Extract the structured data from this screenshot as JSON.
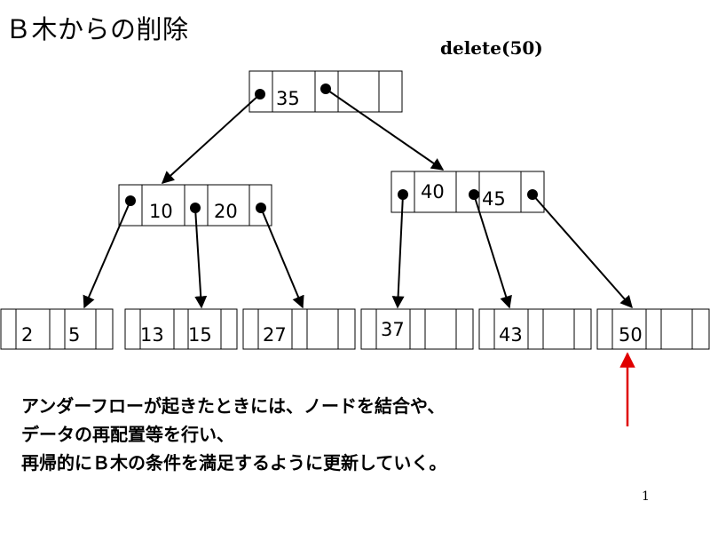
{
  "slide": {
    "title": "Ｂ木からの削除",
    "operation": "delete(50)",
    "page_number": "1",
    "description_lines": [
      "アンダーフローが起きたときには、ノードを結合や、",
      "データの再配置等を行い、",
      "再帰的にＢ木の条件を満足するように更新していく。"
    ]
  },
  "tree": {
    "root": {
      "keys": [
        "35",
        "",
        ""
      ]
    },
    "level1": [
      {
        "keys": [
          "10",
          "20",
          ""
        ]
      },
      {
        "keys": [
          "40",
          "45",
          ""
        ]
      }
    ],
    "leaves": [
      {
        "keys": [
          "2",
          "5",
          ""
        ]
      },
      {
        "keys": [
          "13",
          "15",
          ""
        ]
      },
      {
        "keys": [
          "27",
          "",
          ""
        ]
      },
      {
        "keys": [
          "37",
          "",
          ""
        ]
      },
      {
        "keys": [
          "43",
          "",
          ""
        ]
      },
      {
        "keys": [
          "50",
          "",
          ""
        ]
      }
    ],
    "deleted_key": "50"
  },
  "colors": {
    "line": "#000000",
    "highlight_arrow": "#e00000"
  }
}
